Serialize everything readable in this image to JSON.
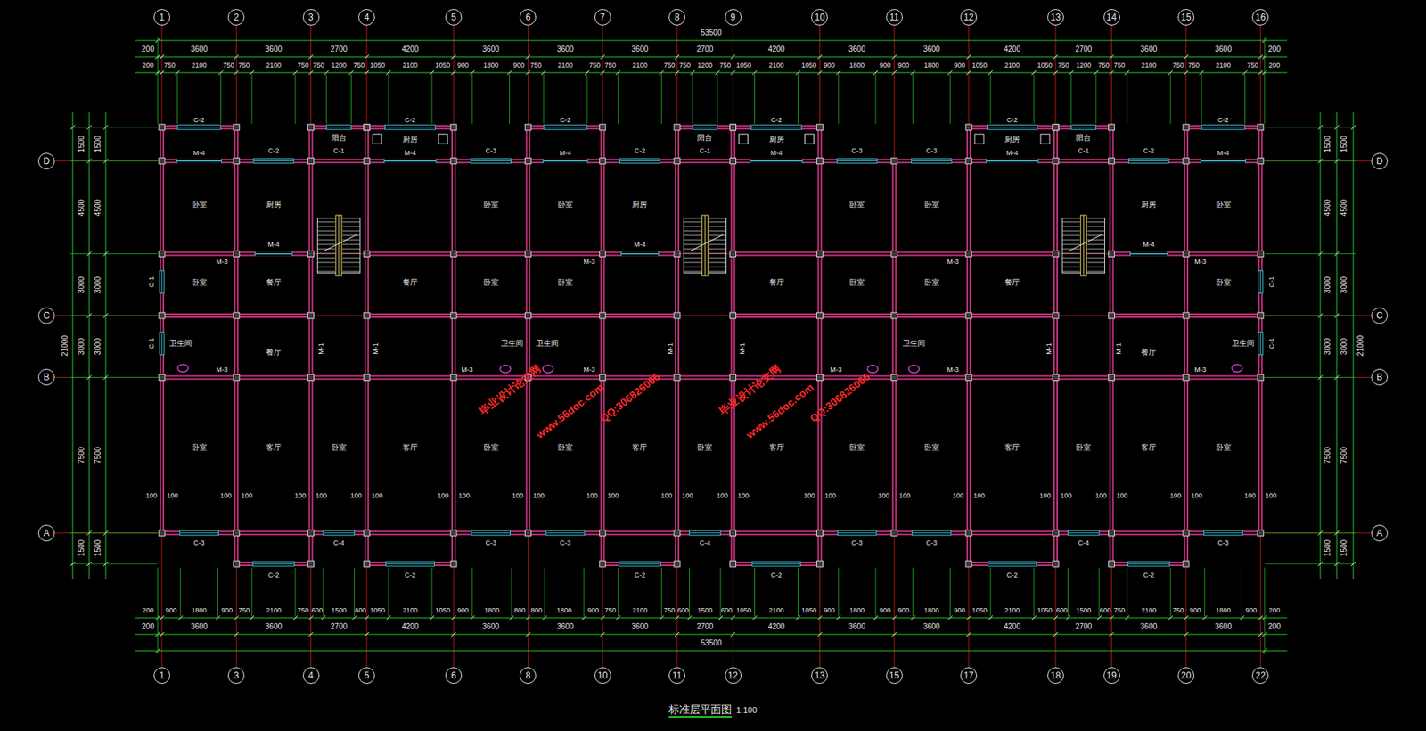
{
  "diagram": {
    "title": "标准层平面图",
    "nodes": [
      {
        "text": [
          "1"
        ]
      },
      {
        "text": [
          "2"
        ]
      },
      {
        "text": [
          "3"
        ]
      },
      {
        "text": [
          "4"
        ]
      },
      {
        "text": [
          "5"
        ]
      },
      {
        "text": [
          "6"
        ]
      },
      {
        "text": [
          "7"
        ]
      },
      {
        "text": [
          "8"
        ]
      },
      {
        "text": [
          "9"
        ]
      },
      {
        "text": [
          "10"
        ]
      },
      {
        "text": [
          "11"
        ]
      },
      {
        "text": [
          "12"
        ]
      },
      {
        "text": [
          "13"
        ]
      },
      {
        "text": [
          "14"
        ]
      },
      {
        "text": [
          "15"
        ]
      },
      {
        "text": [
          "16"
        ]
      },
      {
        "text": [
          "D"
        ]
      },
      {
        "text": [
          "C"
        ]
      },
      {
        "text": [
          "B"
        ]
      },
      {
        "text": [
          "A"
        ]
      },
      {
        "text": [
          "D"
        ]
      },
      {
        "text": [
          "C"
        ]
      },
      {
        "text": [
          "B"
        ]
      },
      {
        "text": [
          "A"
        ]
      },
      {
        "text": [
          "1"
        ]
      },
      {
        "text": [
          "3"
        ]
      },
      {
        "text": [
          "4"
        ]
      },
      {
        "text": [
          "5"
        ]
      },
      {
        "text": [
          "6"
        ]
      },
      {
        "text": [
          "8"
        ]
      },
      {
        "text": [
          "10"
        ]
      },
      {
        "text": [
          "11"
        ]
      },
      {
        "text": [
          "12"
        ]
      },
      {
        "text": [
          "13"
        ]
      },
      {
        "text": [
          "15"
        ]
      },
      {
        "text": [
          "17"
        ]
      },
      {
        "text": [
          "18"
        ]
      },
      {
        "text": [
          "19"
        ]
      },
      {
        "text": [
          "20"
        ]
      },
      {
        "text": [
          "22"
        ]
      }
    ],
    "labels": [
      "53500",
      "200",
      "3600",
      "3600",
      "2700",
      "4200",
      "3600",
      "3600",
      "3600",
      "2700",
      "4200",
      "3600",
      "3600",
      "4200",
      "2700",
      "3600",
      "3600",
      "200",
      "200",
      "750",
      "2100",
      "750",
      "750",
      "2100",
      "750",
      "750",
      "1200",
      "750",
      "1050",
      "2100",
      "1050",
      "900",
      "1800",
      "900",
      "750",
      "2100",
      "750",
      "750",
      "2100",
      "750",
      "750",
      "1200",
      "750",
      "1050",
      "2100",
      "1050",
      "900",
      "1800",
      "900",
      "900",
      "1800",
      "900",
      "1050",
      "2100",
      "1050",
      "750",
      "1200",
      "750",
      "750",
      "2100",
      "750",
      "750",
      "2100",
      "750",
      "200",
      "200",
      "900",
      "1800",
      "900",
      "750",
      "2100",
      "750",
      "600",
      "1500",
      "600",
      "1050",
      "2100",
      "1050",
      "900",
      "1800",
      "800",
      "800",
      "1800",
      "900",
      "750",
      "2100",
      "750",
      "600",
      "1500",
      "600",
      "1050",
      "2100",
      "1050",
      "900",
      "1800",
      "900",
      "900",
      "1800",
      "900",
      "1050",
      "2100",
      "1050",
      "600",
      "1500",
      "600",
      "750",
      "2100",
      "750",
      "900",
      "1800",
      "900",
      "200",
      "200",
      "3600",
      "3600",
      "2700",
      "4200",
      "3600",
      "3600",
      "3600",
      "2700",
      "4200",
      "3600",
      "3600",
      "4200",
      "2700",
      "3600",
      "3600",
      "200",
      "53500",
      "21000",
      "1500",
      "4500",
      "3000",
      "3000",
      "7500",
      "1500",
      "1500",
      "4500",
      "3000",
      "3000",
      "7500",
      "1500",
      "1500",
      "4500",
      "3000",
      "3000",
      "7500",
      "1500",
      "1500",
      "4500",
      "3000",
      "3000",
      "7500",
      "1500",
      "21000",
      "C-2",
      "C-2",
      "C-2",
      "C-2",
      "C-2",
      "C-2",
      "C-2",
      "C-1",
      "C-3",
      "C-2",
      "C-1",
      "C-3",
      "C-3",
      "C-1",
      "C-2",
      "M-4",
      "M-4",
      "M-4",
      "M-4",
      "M-4",
      "M-4",
      "M-4",
      "M-4",
      "M-4",
      "M-3",
      "M-3",
      "M-3",
      "M-3",
      "M-1",
      "M-1",
      "M-1",
      "M-1",
      "M-1",
      "M-1",
      "M-3",
      "M-3",
      "M-3",
      "M-3",
      "M-3",
      "M-3",
      "C-3",
      "C-3",
      "C-3",
      "C-3",
      "C-3",
      "C-3",
      "C-4",
      "C-4",
      "C-4",
      "C-2",
      "C-2",
      "C-2",
      "C-2",
      "C-2",
      "C-2",
      "C-1",
      "C-1",
      "C-1",
      "C-1",
      "厨房",
      "厨房",
      "厨房",
      "阳台",
      "阳台",
      "阳台",
      "卧室",
      "厨房",
      "卧室",
      "卧室",
      "厨房",
      "卧室",
      "卧室",
      "厨房",
      "卧室",
      "卧室",
      "餐厅",
      "餐厅",
      "卧室",
      "卧室",
      "餐厅",
      "卧室",
      "卧室",
      "餐厅",
      "卧室",
      "餐厅",
      "餐厅",
      "卫生间",
      "卫生间",
      "卫生间",
      "卫生间",
      "卫生间",
      "卧室",
      "客厅",
      "卧室",
      "客厅",
      "卧室",
      "卧室",
      "客厅",
      "卧室",
      "客厅",
      "卧室",
      "卧室",
      "客厅",
      "卧室",
      "客厅",
      "卧室",
      "100",
      "100",
      "100",
      "100",
      "100",
      "100",
      "100",
      "100",
      "100",
      "100",
      "100",
      "100",
      "100",
      "100",
      "100",
      "100",
      "100",
      "100",
      "100",
      "100",
      "100",
      "100",
      "100",
      "100",
      "100",
      "100",
      "100",
      "100",
      "100",
      "100",
      "100",
      "100",
      "1:100",
      "毕业设计论文网",
      "www.56doc.com",
      "QQ:306826066",
      "毕业设计论文网",
      "www.56doc.com",
      "QQ:306826066"
    ]
  }
}
